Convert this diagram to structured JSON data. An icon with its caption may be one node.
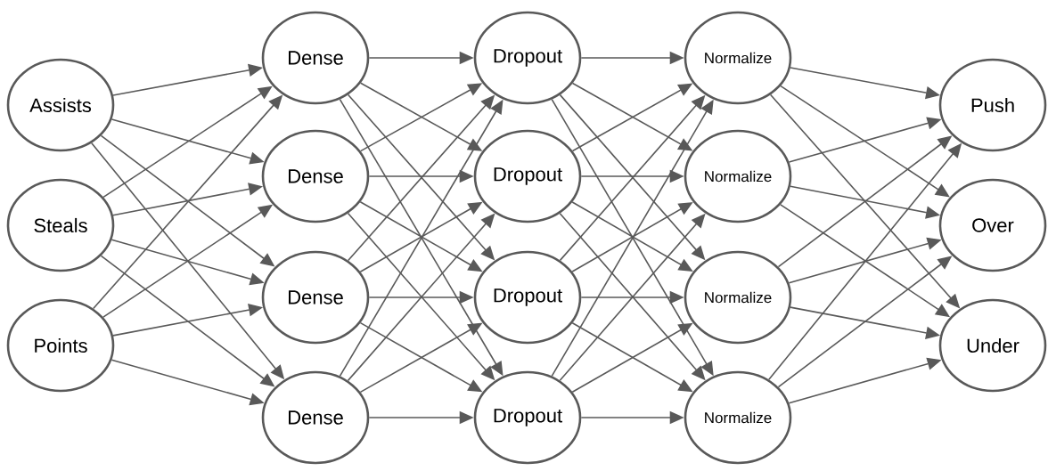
{
  "diagram": {
    "nodes": [
      {
        "text": [
          "Assists"
        ]
      },
      {
        "text": [
          "Steals"
        ]
      },
      {
        "text": [
          "Points"
        ]
      },
      {
        "text": [
          "Dense"
        ]
      },
      {
        "text": [
          "Dense"
        ]
      },
      {
        "text": [
          "Dense"
        ]
      },
      {
        "text": [
          "Dense"
        ]
      },
      {
        "text": [
          "Dropout"
        ]
      },
      {
        "text": [
          "Dropout"
        ]
      },
      {
        "text": [
          "Dropout"
        ]
      },
      {
        "text": [
          "Dropout"
        ]
      },
      {
        "text": [
          "Normalize"
        ]
      },
      {
        "text": [
          "Normalize"
        ]
      },
      {
        "text": [
          "Normalize"
        ]
      },
      {
        "text": [
          "Normalize"
        ]
      },
      {
        "text": [
          "Push"
        ]
      },
      {
        "text": [
          "Over"
        ]
      },
      {
        "text": [
          "Under"
        ]
      }
    ],
    "edges": [
      {
        "from": 0,
        "to": 3,
        "arrow": "to"
      },
      {
        "from": 0,
        "to": 4,
        "arrow": "to"
      },
      {
        "from": 0,
        "to": 5,
        "arrow": "to"
      },
      {
        "from": 0,
        "to": 6,
        "arrow": "to"
      },
      {
        "from": 1,
        "to": 3,
        "arrow": "to"
      },
      {
        "from": 1,
        "to": 4,
        "arrow": "to"
      },
      {
        "from": 1,
        "to": 5,
        "arrow": "to"
      },
      {
        "from": 1,
        "to": 6,
        "arrow": "to"
      },
      {
        "from": 2,
        "to": 3,
        "arrow": "to"
      },
      {
        "from": 2,
        "to": 4,
        "arrow": "to"
      },
      {
        "from": 2,
        "to": 5,
        "arrow": "to"
      },
      {
        "from": 2,
        "to": 6,
        "arrow": "to"
      },
      {
        "from": 3,
        "to": 7,
        "arrow": "to"
      },
      {
        "from": 3,
        "to": 8,
        "arrow": "to"
      },
      {
        "from": 3,
        "to": 9,
        "arrow": "to"
      },
      {
        "from": 3,
        "to": 10,
        "arrow": "to"
      },
      {
        "from": 4,
        "to": 7,
        "arrow": "to"
      },
      {
        "from": 4,
        "to": 8,
        "arrow": "to"
      },
      {
        "from": 4,
        "to": 9,
        "arrow": "to"
      },
      {
        "from": 4,
        "to": 10,
        "arrow": "to"
      },
      {
        "from": 5,
        "to": 7,
        "arrow": "to"
      },
      {
        "from": 5,
        "to": 8,
        "arrow": "to"
      },
      {
        "from": 5,
        "to": 9,
        "arrow": "to"
      },
      {
        "from": 5,
        "to": 10,
        "arrow": "to"
      },
      {
        "from": 6,
        "to": 7,
        "arrow": "to"
      },
      {
        "from": 6,
        "to": 8,
        "arrow": "to"
      },
      {
        "from": 6,
        "to": 9,
        "arrow": "to"
      },
      {
        "from": 6,
        "to": 10,
        "arrow": "to"
      },
      {
        "from": 7,
        "to": 11,
        "arrow": "to"
      },
      {
        "from": 7,
        "to": 12,
        "arrow": "to"
      },
      {
        "from": 7,
        "to": 13,
        "arrow": "to"
      },
      {
        "from": 7,
        "to": 14,
        "arrow": "to"
      },
      {
        "from": 8,
        "to": 11,
        "arrow": "to"
      },
      {
        "from": 8,
        "to": 12,
        "arrow": "to"
      },
      {
        "from": 8,
        "to": 13,
        "arrow": "to"
      },
      {
        "from": 8,
        "to": 14,
        "arrow": "to"
      },
      {
        "from": 9,
        "to": 11,
        "arrow": "to"
      },
      {
        "from": 9,
        "to": 12,
        "arrow": "to"
      },
      {
        "from": 9,
        "to": 13,
        "arrow": "to"
      },
      {
        "from": 9,
        "to": 14,
        "arrow": "to"
      },
      {
        "from": 10,
        "to": 11,
        "arrow": "to"
      },
      {
        "from": 10,
        "to": 12,
        "arrow": "to"
      },
      {
        "from": 10,
        "to": 13,
        "arrow": "to"
      },
      {
        "from": 10,
        "to": 14,
        "arrow": "to"
      },
      {
        "from": 11,
        "to": 15,
        "arrow": "to"
      },
      {
        "from": 11,
        "to": 16,
        "arrow": "to"
      },
      {
        "from": 11,
        "to": 17,
        "arrow": "to"
      },
      {
        "from": 12,
        "to": 15,
        "arrow": "to"
      },
      {
        "from": 12,
        "to": 16,
        "arrow": "to"
      },
      {
        "from": 12,
        "to": 17,
        "arrow": "to"
      },
      {
        "from": 13,
        "to": 15,
        "arrow": "to"
      },
      {
        "from": 13,
        "to": 16,
        "arrow": "to"
      },
      {
        "from": 13,
        "to": 17,
        "arrow": "to"
      },
      {
        "from": 14,
        "to": 15,
        "arrow": "to"
      },
      {
        "from": 14,
        "to": 16,
        "arrow": "to"
      },
      {
        "from": 14,
        "to": 17,
        "arrow": "to"
      }
    ]
  }
}
